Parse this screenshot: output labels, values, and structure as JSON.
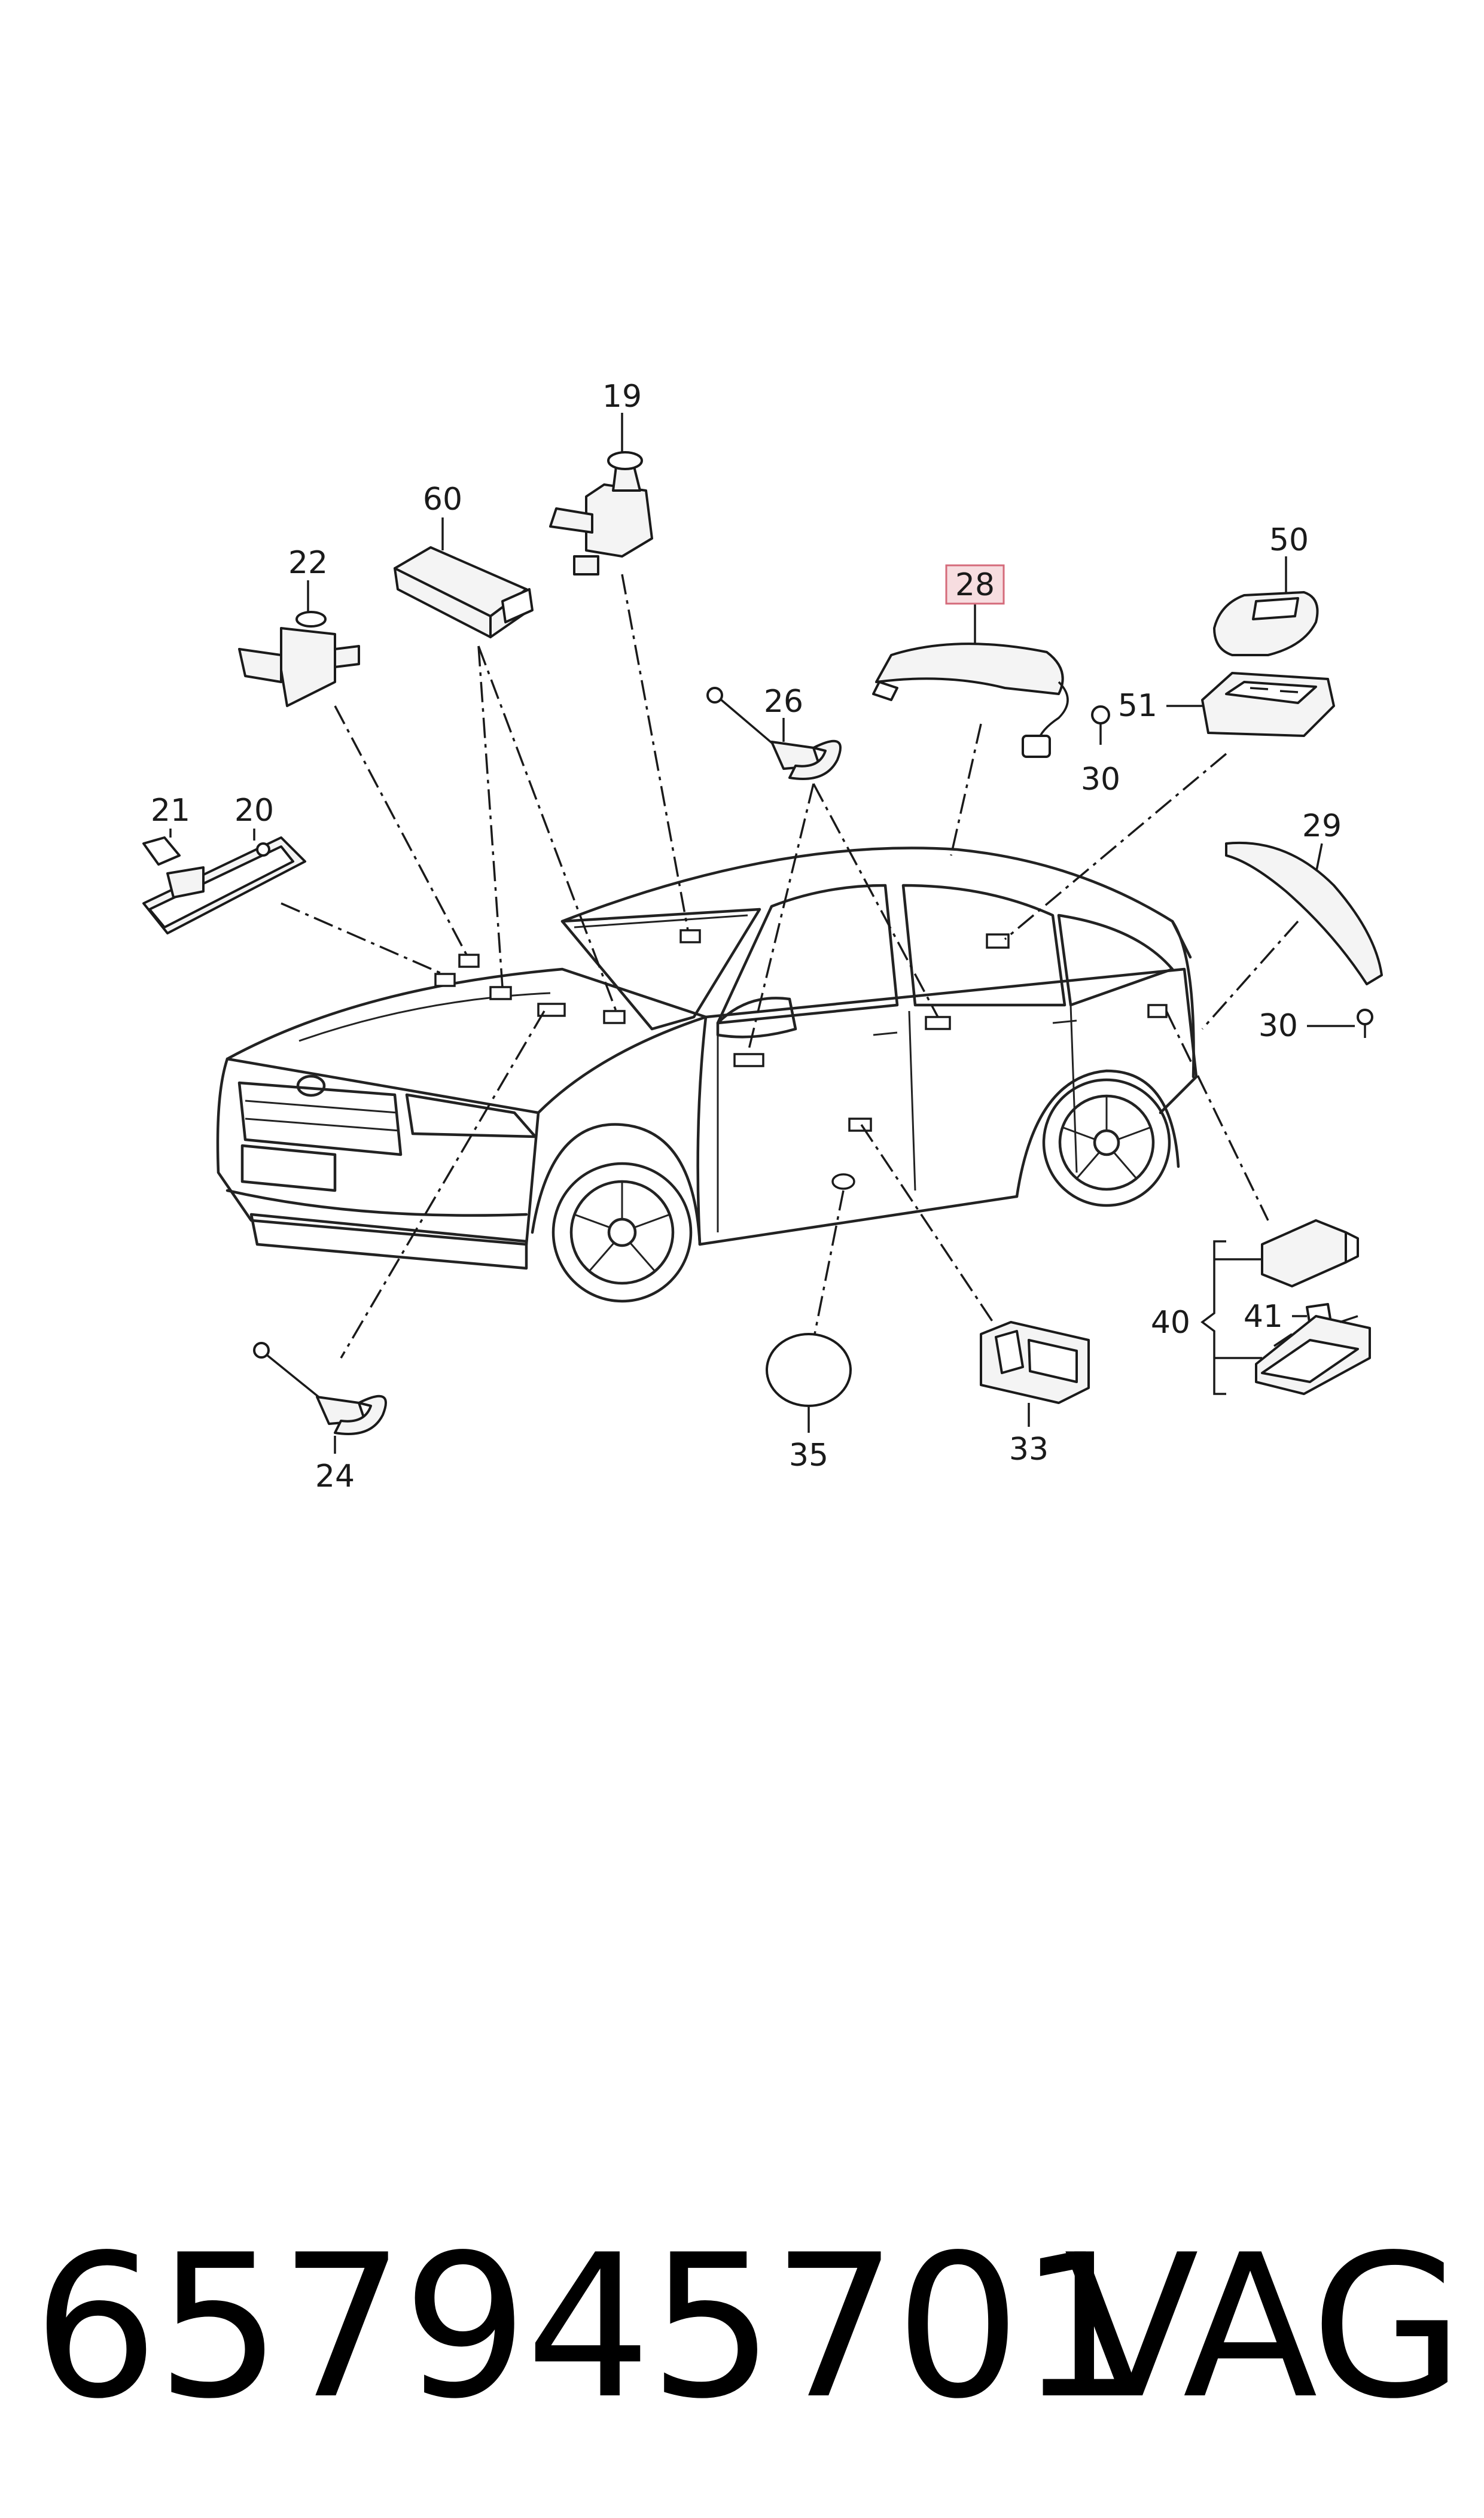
{
  "callouts": {
    "c19": "19",
    "c60": "60",
    "c22": "22",
    "c28": "28",
    "c50": "50",
    "c51": "51",
    "c26": "26",
    "c30a": "30",
    "c21": "21",
    "c20": "20",
    "c29": "29",
    "c30b": "30",
    "c40": "40",
    "c41": "41",
    "c35": "35",
    "c33": "33",
    "c24": "24"
  },
  "highlight": {
    "part": "28",
    "fill": "#f7dde0",
    "stroke": "#d46a7a"
  },
  "footer": {
    "part_number": "657945701",
    "brand": "VAG"
  }
}
